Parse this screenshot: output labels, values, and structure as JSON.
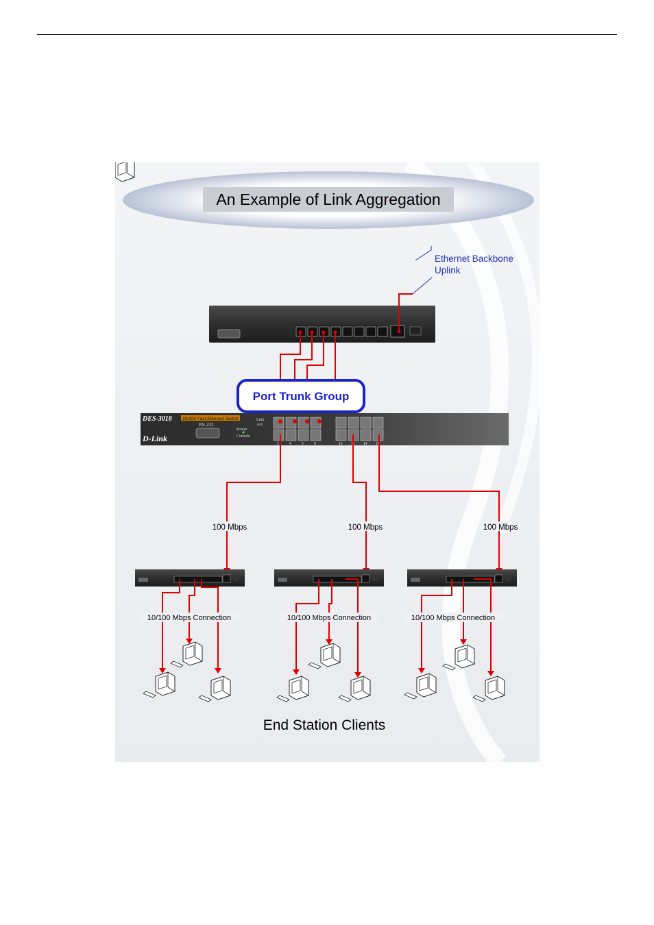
{
  "title": "An Example of Link Aggregation",
  "backbone": {
    "line1": "Ethernet Backbone",
    "line2": "Uplink"
  },
  "trunk_label": "Port Trunk Group",
  "core_switch": {
    "model": "DES-3018",
    "subtitle": "10/100 Fast Ethernet Switch",
    "brand": "D-Link",
    "serial_port": "RS-232",
    "power": "Power",
    "console": "Console",
    "link": "Link",
    "act": "Act",
    "port_numbers": [
      "2",
      "4",
      "6",
      "8",
      "10",
      "12",
      "14",
      "16"
    ]
  },
  "speed_labels": [
    "100 Mbps",
    "100 Mbps",
    "100 Mbps"
  ],
  "connection_labels": [
    "10/100 Mbps Connection",
    "10/100 Mbps Connection",
    "10/100 Mbps Connection"
  ],
  "footer_label": "End Station Clients",
  "colors": {
    "link": "#e00000",
    "trunk_outline": "#1a22d0",
    "trunk_text": "#1a22d0",
    "backbone_text": "#1b2fb5",
    "background": "#eef0f3"
  }
}
